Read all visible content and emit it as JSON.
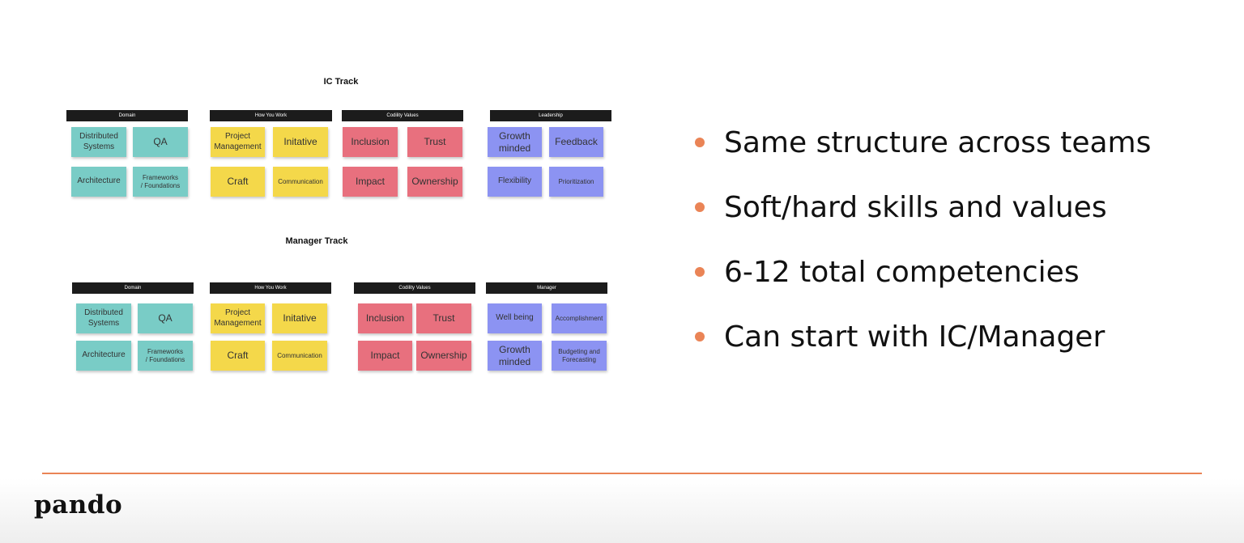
{
  "accent": "#ea8456",
  "ic_track": {
    "title": "IC Track",
    "categories": [
      {
        "header": "Domain",
        "notes": [
          "Distributed\nSystems",
          "QA",
          "Architecture",
          "Frameworks\n/ Foundations"
        ]
      },
      {
        "header": "How You Work",
        "notes": [
          "Project\nManagement",
          "Initative",
          "Craft",
          "Communication"
        ]
      },
      {
        "header": "Codility Values",
        "notes": [
          "Inclusion",
          "Trust",
          "Impact",
          "Ownership"
        ]
      },
      {
        "header": "Leadership",
        "notes": [
          "Growth\nminded",
          "Feedback",
          "Flexibility",
          "Prioritization"
        ]
      }
    ]
  },
  "manager_track": {
    "title": "Manager Track",
    "categories": [
      {
        "header": "Domain",
        "notes": [
          "Distributed\nSystems",
          "QA",
          "Architecture",
          "Frameworks\n/ Foundations"
        ]
      },
      {
        "header": "How You Work",
        "notes": [
          "Project\nManagement",
          "Initative",
          "Craft",
          "Communication"
        ]
      },
      {
        "header": "Codility Values",
        "notes": [
          "Inclusion",
          "Trust",
          "Impact",
          "Ownership"
        ]
      },
      {
        "header": "Manager",
        "notes": [
          "Well being",
          "Accomplishment",
          "Growth\nminded",
          "Budgeting and\nForecasting"
        ]
      }
    ]
  },
  "bullets": [
    "Same structure across teams",
    "Soft/hard skills and values",
    "6-12 total competencies",
    "Can start with IC/Manager"
  ],
  "logo": "pando"
}
